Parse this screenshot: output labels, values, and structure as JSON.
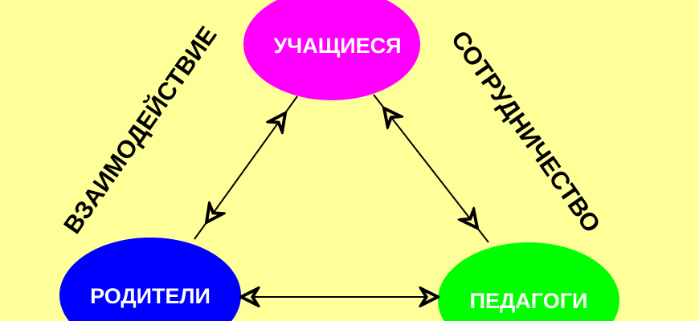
{
  "nodes": {
    "students": {
      "label": "УЧАЩИЕСЯ",
      "color": "#ff00ff"
    },
    "parents": {
      "label": "РОДИТЕЛИ",
      "color": "#0000ff"
    },
    "teachers": {
      "label": "ПЕДАГОГИ",
      "color": "#00ff00"
    }
  },
  "edges": {
    "left": {
      "label": "ВЗАИМОДЕЙСТВИЕ"
    },
    "right": {
      "label": "СОТРУДНИЧЕСТВО"
    }
  },
  "colors": {
    "background": "#ffff99",
    "line": "#000000"
  }
}
